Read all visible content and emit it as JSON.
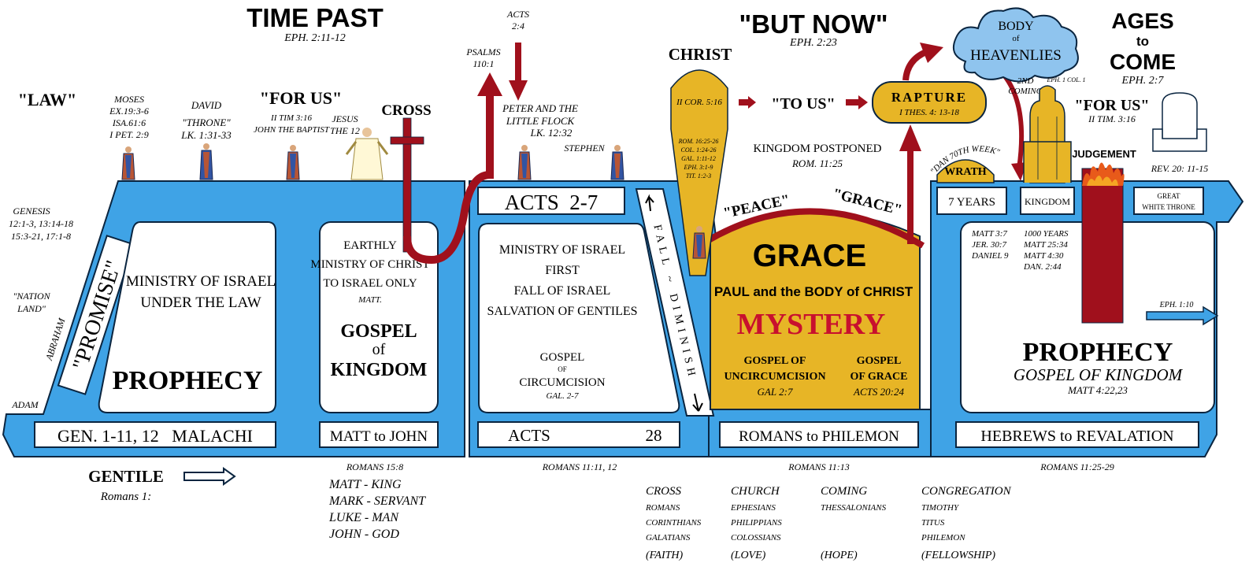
{
  "colors": {
    "blue": "#3fa3e6",
    "gold": "#e7b526",
    "red": "#a0101c",
    "cloud": "#8fc4ee",
    "mystery_red": "#c8102e"
  },
  "header": {
    "time_past": "TIME PAST",
    "time_past_ref": "EPH. 2:11-12",
    "but_now": "\"BUT NOW\"",
    "but_now_ref": "EPH. 2:23",
    "ages": "AGES",
    "to": "to",
    "come": "COME",
    "ages_ref": "EPH. 2:7"
  },
  "labels": {
    "law": "\"LAW\"",
    "moses": "MOSES",
    "moses_refs": [
      "EX.19:3-6",
      "ISA.61:6",
      "I PET. 2:9"
    ],
    "david": "DAVID",
    "throne": "\"THRONE\"",
    "throne_ref": "LK. 1:31-33",
    "for_us_left": "\"FOR US\"",
    "for_us_left_refs": [
      "II TIM 3:16",
      "JOHN THE BAPTIST"
    ],
    "jesus": "JESUS",
    "the12": "THE 12",
    "cross": "CROSS",
    "psalms": "PSALMS",
    "psalms_ref": "110:1",
    "acts_top": "ACTS",
    "acts_top_ref": "2:4",
    "peter": "PETER AND THE",
    "little_flock": "LITTLE FLOCK",
    "little_flock_ref": "LK. 12:32",
    "stephen": "STEPHEN",
    "christ": "CHRIST",
    "cor": "II COR. 5:16",
    "cone_refs": [
      "ROM. 16:25-26",
      "COL. 1:24-26",
      "GAL. 1:11-12",
      "EPH. 3:1-9",
      "TIT. 1:2-3"
    ],
    "to_us": "\"TO US\"",
    "rapture": "RAPTURE",
    "rapture_ref": "I THES. 4: 13-18",
    "body_of_heavenlies": [
      "BODY",
      "of",
      "HEAVENLIES"
    ],
    "second_coming": [
      "2ND",
      "COMING"
    ],
    "eph_col": "EPH. 1 COL. 1",
    "for_us_right": "\"FOR US\"",
    "for_us_right_ref": "II TIM. 3:16",
    "judgement": "JUDGEMENT",
    "kingdom_postponed": "KINGDOM POSTPONED",
    "kingdom_postponed_ref": "ROM. 11:25",
    "dan70": "\"DAN 70TH WEEK\"",
    "wrath": "WRATH",
    "rev": "REV. 20: 11-15",
    "genesis": [
      "GENESIS",
      "12:1-3, 13:14-18",
      "15:3-21, 17:1-8"
    ],
    "nation_land": [
      "\"NATION",
      "LAND\""
    ],
    "abraham": "ABRAHAM",
    "adam": "ADAM",
    "eph_110": "EPH. 1:10"
  },
  "boxes": {
    "promise": "\"PROMISE\"",
    "ministry_law": [
      "MINISTRY OF ISRAEL",
      "UNDER THE LAW"
    ],
    "prophecy_left": "PROPHECY",
    "earthly": [
      "EARTHLY",
      "MINISTRY OF CHRIST",
      "TO ISRAEL ONLY"
    ],
    "matt_small": "MATT.",
    "gospel_of_kingdom": [
      "GOSPEL",
      "of",
      "KINGDOM"
    ],
    "acts_2_7": "ACTS  2-7",
    "acts_ministry": [
      "MINISTRY OF ISRAEL",
      "FIRST",
      "FALL OF ISRAEL",
      "SALVATION OF GENTILES"
    ],
    "gospel_circ": [
      "GOSPEL",
      "OF",
      "CIRCUMCISION"
    ],
    "gal_2_7": "GAL. 2-7",
    "fall_diminish": "FALL ~ DIMINISH",
    "peace": "\"PEACE\"",
    "grace_arc": "\"GRACE\"",
    "grace": "GRACE",
    "paul": "PAUL and the BODY of CHRIST",
    "mystery": "MYSTERY",
    "gospel_uncirc": [
      "GOSPEL OF",
      "UNCIRCUMCISION"
    ],
    "gospel_uncirc_ref": "GAL 2:7",
    "gospel_grace": [
      "GOSPEL",
      "OF GRACE"
    ],
    "gospel_grace_ref": "ACTS 20:24",
    "seven_years": "7 YEARS",
    "kingdom": "KINGDOM",
    "great_white_throne": [
      "GREAT",
      "WHITE THRONE"
    ],
    "prophecy_refs_a": [
      "MATT 3:7",
      "JER. 30:7",
      "DANIEL 9"
    ],
    "prophecy_refs_b": [
      "1000 YEARS",
      "MATT 25:34",
      "MATT 4:30",
      "DAN. 2:44"
    ],
    "prophecy_right": "PROPHECY",
    "gospel_of_kingdom_right": "GOSPEL OF KINGDOM",
    "matt_4_22": "MATT 4:22,23"
  },
  "bottom_bar": {
    "gen": "GEN. 1-11, 12   MALACHI",
    "matt_john": "MATT to JOHN",
    "acts": "ACTS",
    "acts_28": "28",
    "romans_philemon": "ROMANS to PHILEMON",
    "hebrews_revelation": "HEBREWS to REVALATION"
  },
  "footer": {
    "gentile": "GENTILE",
    "romans1": "Romans 1:",
    "romans_15_8": "ROMANS 15:8",
    "gospels": [
      "MATT - KING",
      "MARK - SERVANT",
      "LUKE - MAN",
      "JOHN - GOD"
    ],
    "romans_11_11": "ROMANS 11:11, 12",
    "romans_11_13": "ROMANS 11:13",
    "romans_11_25": "ROMANS 11:25-29",
    "columns": [
      {
        "head": "CROSS",
        "items": [
          "ROMANS",
          "CORINTHIANS",
          "GALATIANS"
        ],
        "foot": "(FAITH)"
      },
      {
        "head": "CHURCH",
        "items": [
          "EPHESIANS",
          "PHILIPPIANS",
          "COLOSSIANS"
        ],
        "foot": "(LOVE)"
      },
      {
        "head": "COMING",
        "items": [
          "THESSALONIANS"
        ],
        "foot": "(HOPE)"
      },
      {
        "head": "CONGREGATION",
        "items": [
          "TIMOTHY",
          "TITUS",
          "PHILEMON"
        ],
        "foot": "(FELLOWSHIP)"
      }
    ]
  }
}
